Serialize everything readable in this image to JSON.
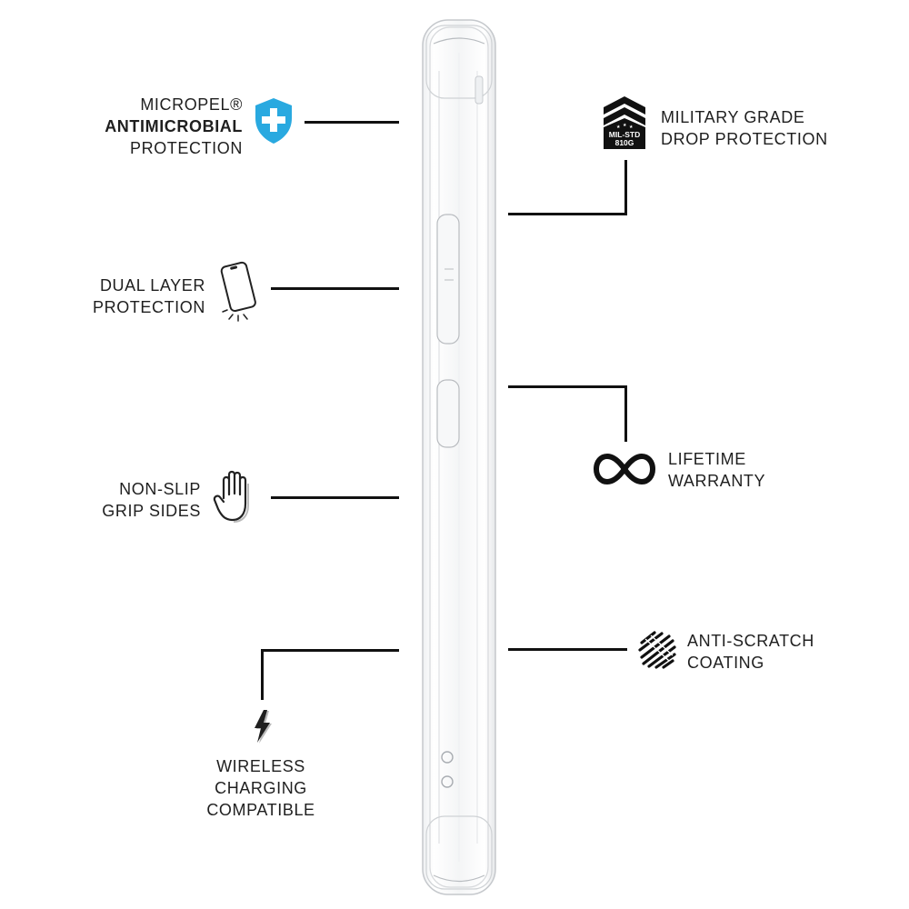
{
  "features": {
    "antimicrobial": {
      "line1": "MICROPEL®",
      "line2": "ANTIMICROBIAL",
      "line3": "PROTECTION",
      "accent": "#29a9e0"
    },
    "dual_layer": {
      "line1": "DUAL LAYER",
      "line2": "PROTECTION"
    },
    "grip": {
      "line1": "NON-SLIP",
      "line2": "GRIP SIDES"
    },
    "wireless": {
      "line1": "WIRELESS",
      "line2": "CHARGING",
      "line3": "COMPATIBLE"
    },
    "military": {
      "line1": "MILITARY GRADE",
      "line2": "DROP PROTECTION",
      "badge_line1": "MIL-STD",
      "badge_line2": "810G"
    },
    "warranty": {
      "line1": "LIFETIME",
      "line2": "WARRANTY"
    },
    "scratch": {
      "line1": "ANTI-SCRATCH",
      "line2": "COATING"
    }
  },
  "icons": {
    "antimicrobial": "shield-plus-icon",
    "dual_layer": "phone-icon",
    "grip": "hand-icon",
    "wireless": "lightning-bolt-icon",
    "military": "military-chevron-badge-icon",
    "warranty": "infinity-icon",
    "scratch": "scratch-pattern-icon"
  },
  "colors": {
    "text": "#1f1f1f",
    "lines": "#111111",
    "shield": "#29a9e0",
    "case_edge": "#c8cbcf"
  }
}
